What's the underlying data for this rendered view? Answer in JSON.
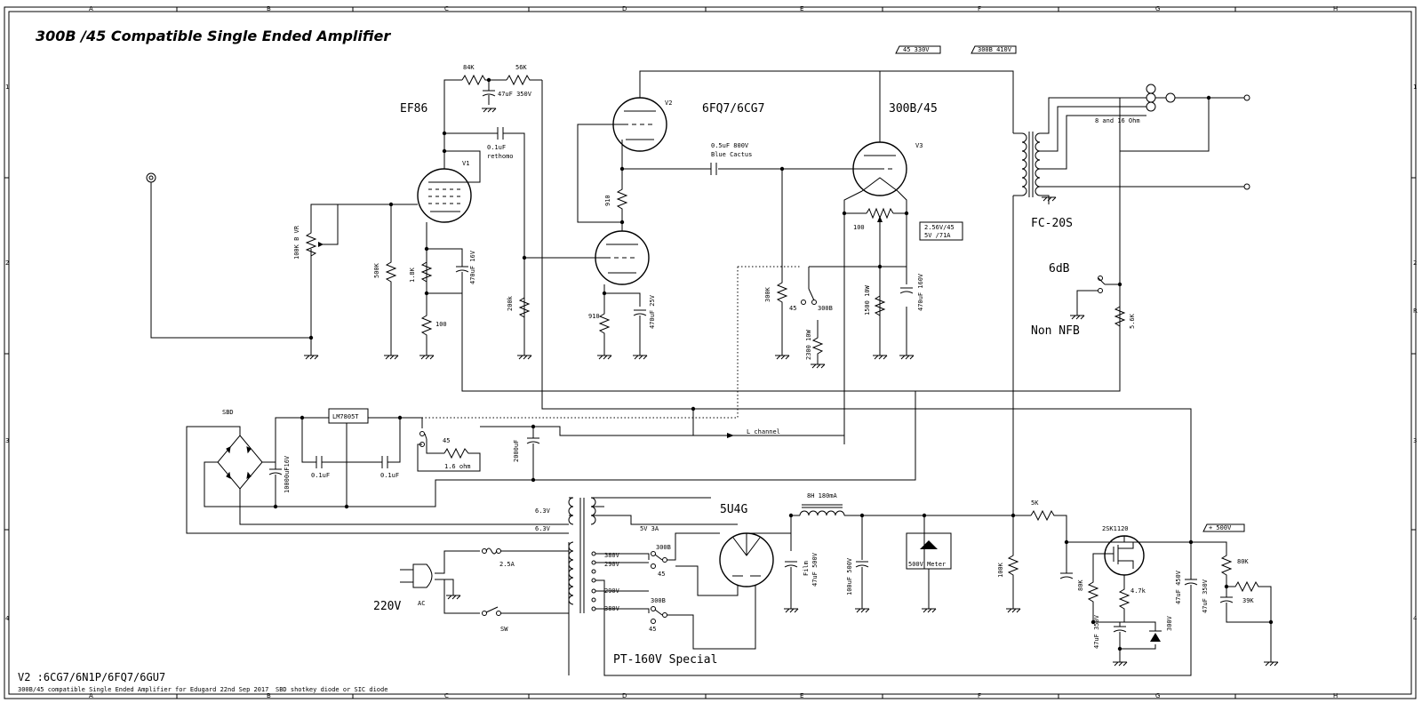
{
  "title": "300B /45 Compatible Single Ended Amplifier",
  "tubes": {
    "ef86": "EF86",
    "v1": "V1",
    "v2": "V2",
    "v2_type": "6FQ7/6CG7",
    "v3": "V3",
    "v3_type": "300B/45",
    "rect": "5U4G"
  },
  "transformers": {
    "output": "FC-20S",
    "power": "PT-160V Special",
    "ohm_taps": "8 and 16 Ohm"
  },
  "nfb": {
    "on": "6dB",
    "off": "Non NFB"
  },
  "mains": {
    "voltage": "220V",
    "ac": "AC",
    "fuse": "2.5A",
    "switch": "SW"
  },
  "supply_tags": {
    "t45": "45 330V",
    "t300b": "300B 410V",
    "plus500": "+ 500V"
  },
  "heater_box": {
    "line1": "2.56V/45",
    "line2": "5V /71A"
  },
  "components": {
    "r84k": "84K",
    "r56k": "56K",
    "c47_350": "47uF 350V",
    "c01": "0.1uF",
    "c01b": "rethomo",
    "vr": "100K B VR",
    "r500k": "500K",
    "r18k": "1.8K",
    "r100": "100",
    "c470_16": "470uF 16V",
    "r200k": "200k",
    "r910a": "910",
    "r910b": "910",
    "c470_25": "470uF 25V",
    "c05_800": "0.5uF 800V",
    "blue_cactus": "Blue Cactus",
    "r300k": "300K",
    "sel45": "45",
    "sel300b": "300B",
    "r2300_10w": "2300 10W",
    "r100b": "100",
    "r1500_10w": "1500 10W",
    "c470_160": "470uF 160V",
    "r56k_nfb": "5.6K",
    "sbd": "SBD",
    "reg": "LM7805T",
    "c10000": "10000uF16V",
    "c01c": "0.1uF",
    "c01d": "0.1uF",
    "sel45b": "45",
    "r16ohm": "1.6 ohm",
    "c2000": "2000uF",
    "l_channel": "L channel",
    "h63a": "6.3V",
    "h63b": "6.3V",
    "v5_3a": "5V 3A",
    "t380a": "380V",
    "t290a": "290V",
    "t290b": "290V",
    "t380b": "380V",
    "sw300b_a": "300B",
    "sw45_a": "45",
    "sw300b_b": "300B",
    "sw45_b": "45",
    "choke": "8H 180mA",
    "film": "Film",
    "c47_500": "47uF 500V",
    "c100_500": "100uF 500V",
    "meter": "500V Meter",
    "r100k": "100K",
    "r5k": "5K",
    "fet": "2SK1120",
    "r80k_a": "80K",
    "r47k": "4.7k",
    "c47_350b": "47uF 350V",
    "zener": "300V",
    "c47_450": "47uF 450V",
    "c47_350c": "47uF 350V",
    "r80k_b": "80K",
    "r39k": "39K"
  },
  "footer": {
    "v2_subs": "V2 :6CG7/6N1P/6FQ7/6GU7",
    "credit": "300B/45 compatible Single Ended Amplifier for Edugard 22nd Sep 2017",
    "sbd_note": "SBD   shotkey diode or SIC diode"
  },
  "border": {
    "cols": [
      "A",
      "B",
      "C",
      "D",
      "E",
      "F",
      "G",
      "H"
    ],
    "rows": [
      "1",
      "2",
      "3",
      "4"
    ],
    "side_r": "R"
  }
}
